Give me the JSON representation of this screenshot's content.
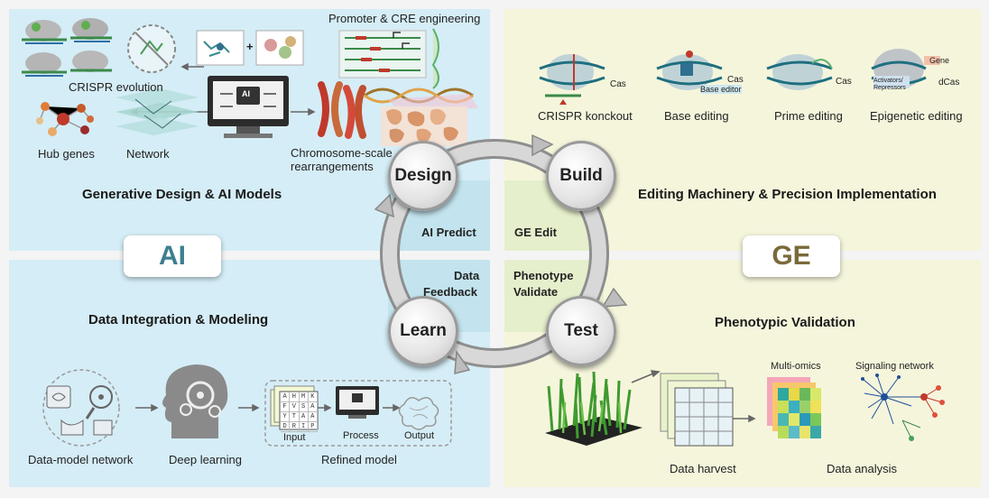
{
  "quadrants": {
    "design": {
      "title": "Generative Design & AI Models",
      "labels": {
        "promoter": "Promoter & CRE engineering",
        "crispr_evolution": "CRISPR evolution",
        "hub_genes": "Hub genes",
        "network": "Network",
        "chromosome_1": "Chromosome-scale",
        "chromosome_2": "rearrangements",
        "ai_screen": "AI",
        "plus": "+"
      }
    },
    "build": {
      "title": "Editing Machinery & Precision Implementation",
      "labels": {
        "knockout": "CRISPR konckout",
        "base_editing": "Base editing",
        "prime_editing": "Prime editing",
        "epigenetic_editing": "Epigenetic editing",
        "cas1": "Cas",
        "cas2": "Cas",
        "base_editor": "Base editor",
        "cas3": "Cas",
        "gene": "Gene",
        "dcas": "dCas",
        "activators": "Activators/",
        "repressors": "Repressors"
      }
    },
    "learn": {
      "title": "Data Integration & Modeling",
      "labels": {
        "data_model": "Data-model network",
        "deep_learning": "Deep learning",
        "refined_model": "Refined model",
        "input": "Input",
        "process": "Process",
        "output": "Output"
      },
      "grid_letters": [
        "A",
        "H",
        "M",
        "K",
        "F",
        "V",
        "S",
        "A",
        "Y",
        "T",
        "A",
        "A",
        "D",
        "R",
        "I",
        "P"
      ]
    },
    "test": {
      "title": "Phenotypic Validation",
      "labels": {
        "multi_omics": "Multi-omics",
        "signaling": "Signaling network",
        "data_harvest": "Data harvest",
        "data_analysis": "Data analysis"
      }
    }
  },
  "badges": {
    "ai": "AI",
    "ge": "GE"
  },
  "cycle": {
    "nodes": {
      "design": "Design",
      "build": "Build",
      "test": "Test",
      "learn": "Learn"
    },
    "steps": {
      "ai_predict": "AI Predict",
      "ge_edit": "GE Edit",
      "data_feedback_1": "Data",
      "data_feedback_2": "Feedback",
      "phenotype_1": "Phenotype",
      "phenotype_2": "Validate"
    }
  },
  "colors": {
    "ai_quadrant": "#d4edf5",
    "ge_quadrant": "#f5f5dc",
    "ai_badge": "#3d7f8f",
    "ge_badge": "#7a6a3a"
  }
}
